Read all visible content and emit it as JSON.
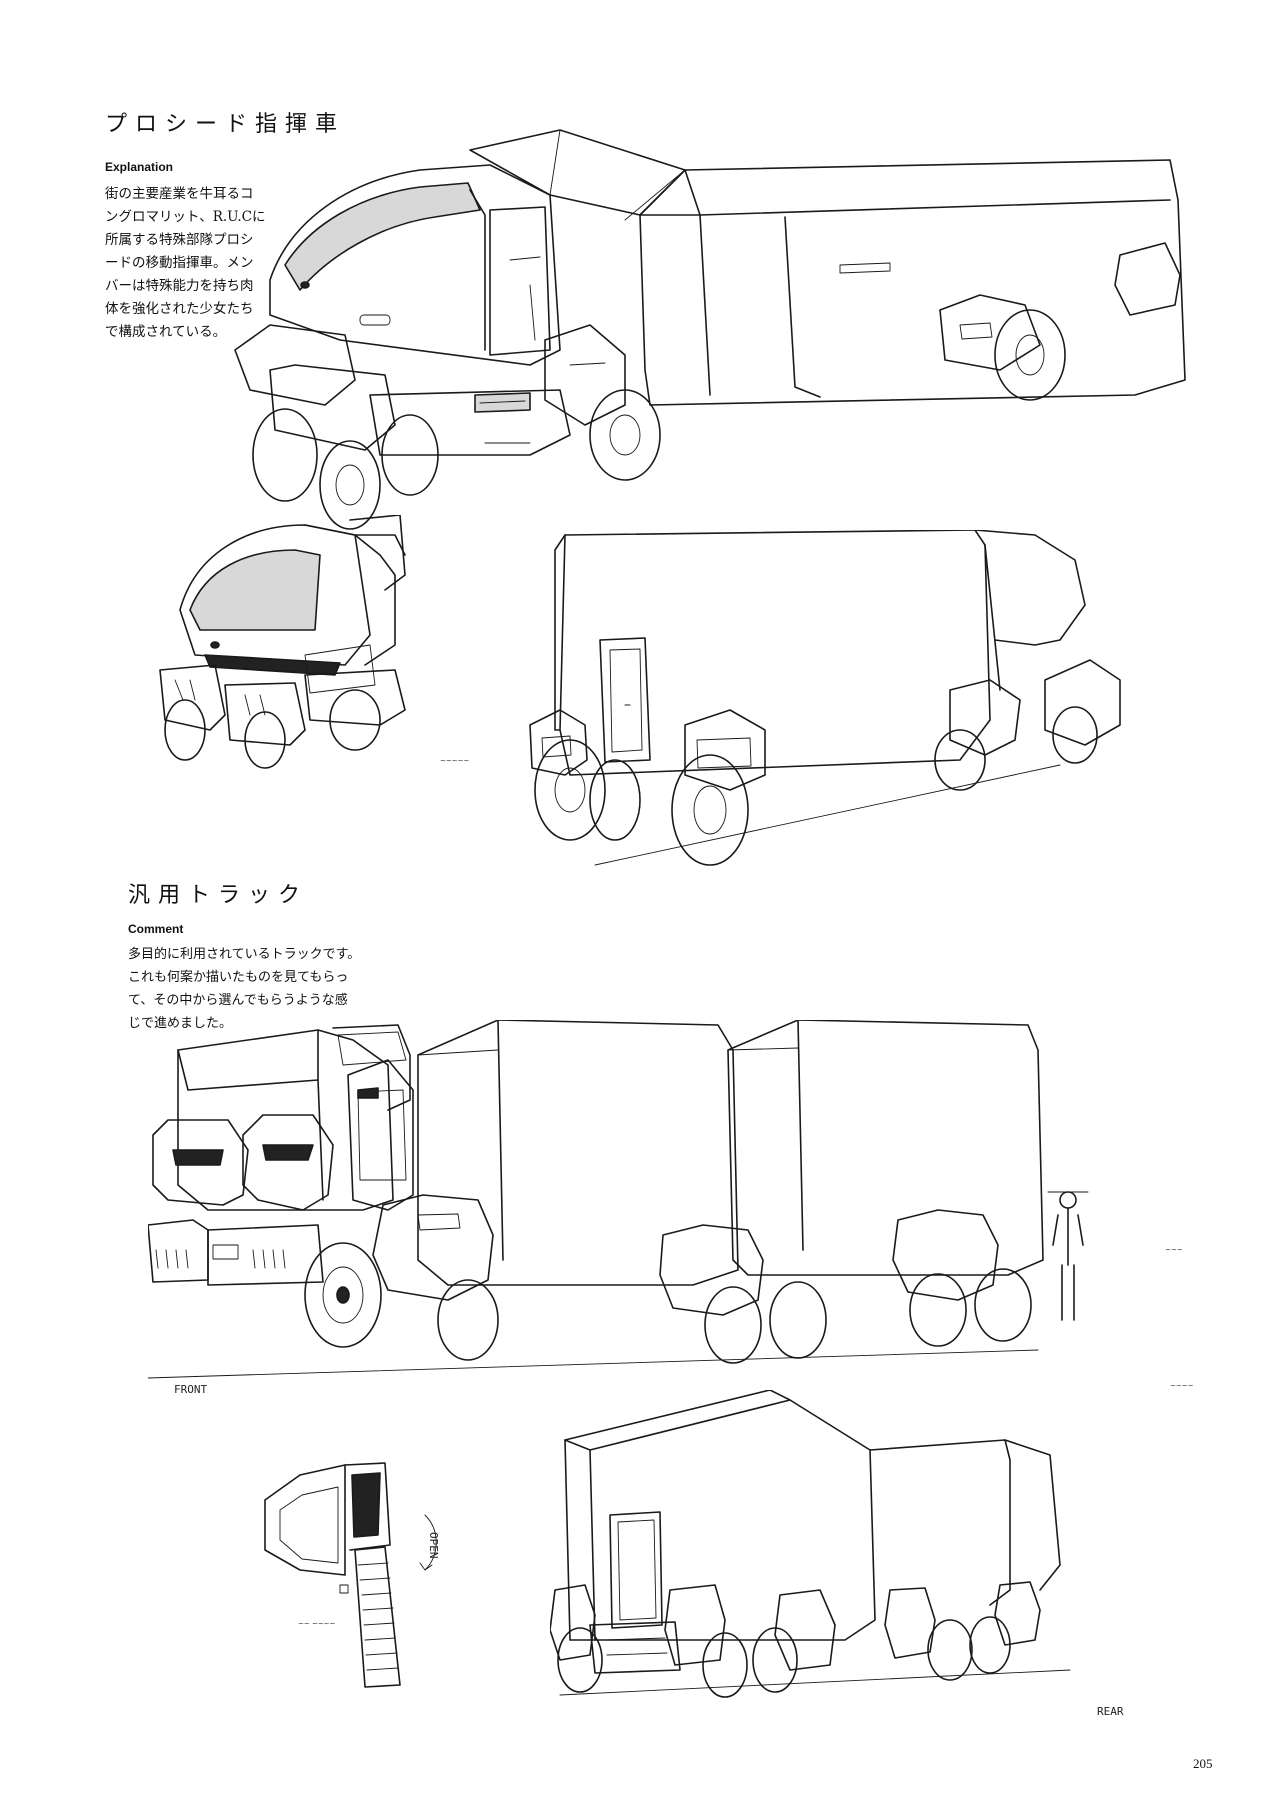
{
  "sections": [
    {
      "title": "プロシード指揮車",
      "label": "Explanation",
      "body_lines": [
        "街の主要産業を牛耳るコ",
        "ングロマリット、R.U.Cに",
        "所属する特殊部隊プロシ",
        "ードの移動指揮車。メン",
        "バーは特殊能力を持ち肉",
        "体を強化された少女たち",
        "で構成されている。"
      ]
    },
    {
      "title": "汎用トラック",
      "label": "Comment",
      "body_lines": [
        "多目的に利用されているトラックです。",
        "これも何案か描いたものを見てもらっ",
        "て、その中から選んでもらうような感",
        "じで進めました。"
      ]
    }
  ],
  "sketch_notes": {
    "open_label": "OPEN",
    "front_label": "FRONT",
    "rear_label": "REAR"
  },
  "page_number": "205"
}
